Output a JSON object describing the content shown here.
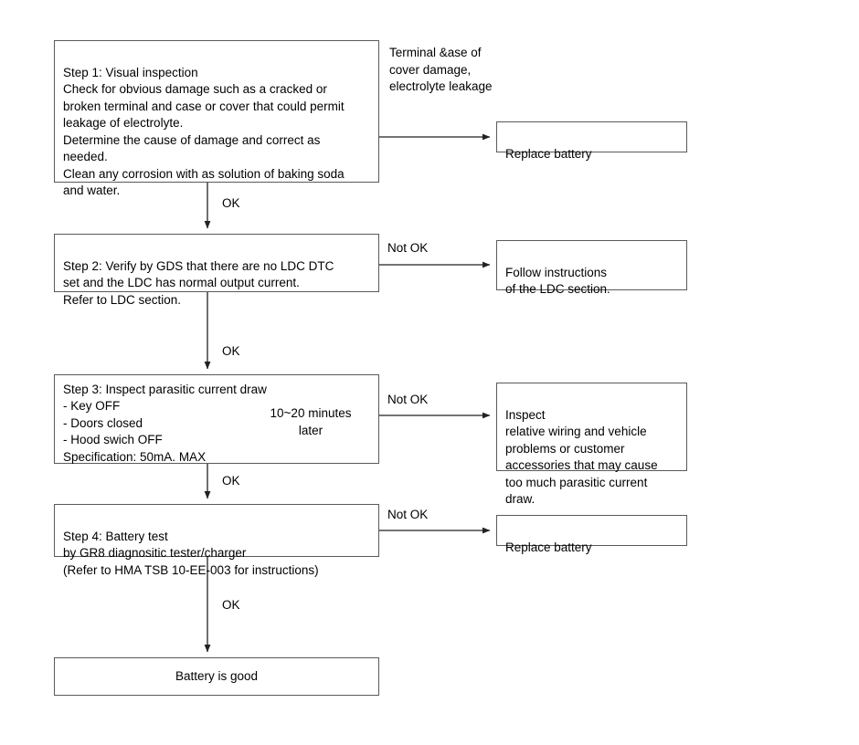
{
  "diagram": {
    "title": "Battery diagnosis flowchart",
    "line_color": "#5a5a5a",
    "arrow_color": "#333333",
    "text_color": "#000000",
    "background": "#ffffff"
  },
  "nodes": {
    "step1": {
      "text": "Step 1: Visual inspection\nCheck for obvious damage such as a cracked or\nbroken terminal and case or cover that could permit\nleakage of electrolyte.\nDetermine the cause of damage and correct as\nneeded.\nClean any corrosion with as solution of baking soda\nand water."
    },
    "step2": {
      "text": "Step 2: Verify by GDS that there are no LDC DTC\nset and the LDC has normal output current.\nRefer to LDC section."
    },
    "step3": {
      "heading": "Step 3: Inspect parasitic current draw",
      "bullets": " - Key OFF\n - Doors closed\n - Hood swich OFF",
      "spec": "   Specification: 50mA. MAX",
      "bracket_note": "10~20 minutes\nlater"
    },
    "step4": {
      "text": "Step 4: Battery test\nby GR8 diagnositic tester/charger\n(Refer to HMA TSB 10-EE-003 for instructions)"
    },
    "result_good": {
      "text": "Battery is good"
    },
    "replace_battery_1": {
      "text": "Replace battery"
    },
    "follow_ldc": {
      "text": "Follow instructions\nof the LDC section."
    },
    "inspect_wiring": {
      "text": "Inspect\nrelative wiring and vehicle\nproblems or customer\naccessories that may cause\ntoo much parasitic current draw."
    },
    "replace_battery_2": {
      "text": "Replace battery"
    }
  },
  "annotations": {
    "step1_condition": "Terminal &ase of\ncover damage,\nelectrolyte leakage"
  },
  "edge_labels": {
    "ok_1": "OK",
    "ok_2": "OK",
    "ok_3": "OK",
    "ok_4": "OK",
    "not_ok_2": "Not OK",
    "not_ok_3": "Not OK",
    "not_ok_4": "Not OK"
  }
}
